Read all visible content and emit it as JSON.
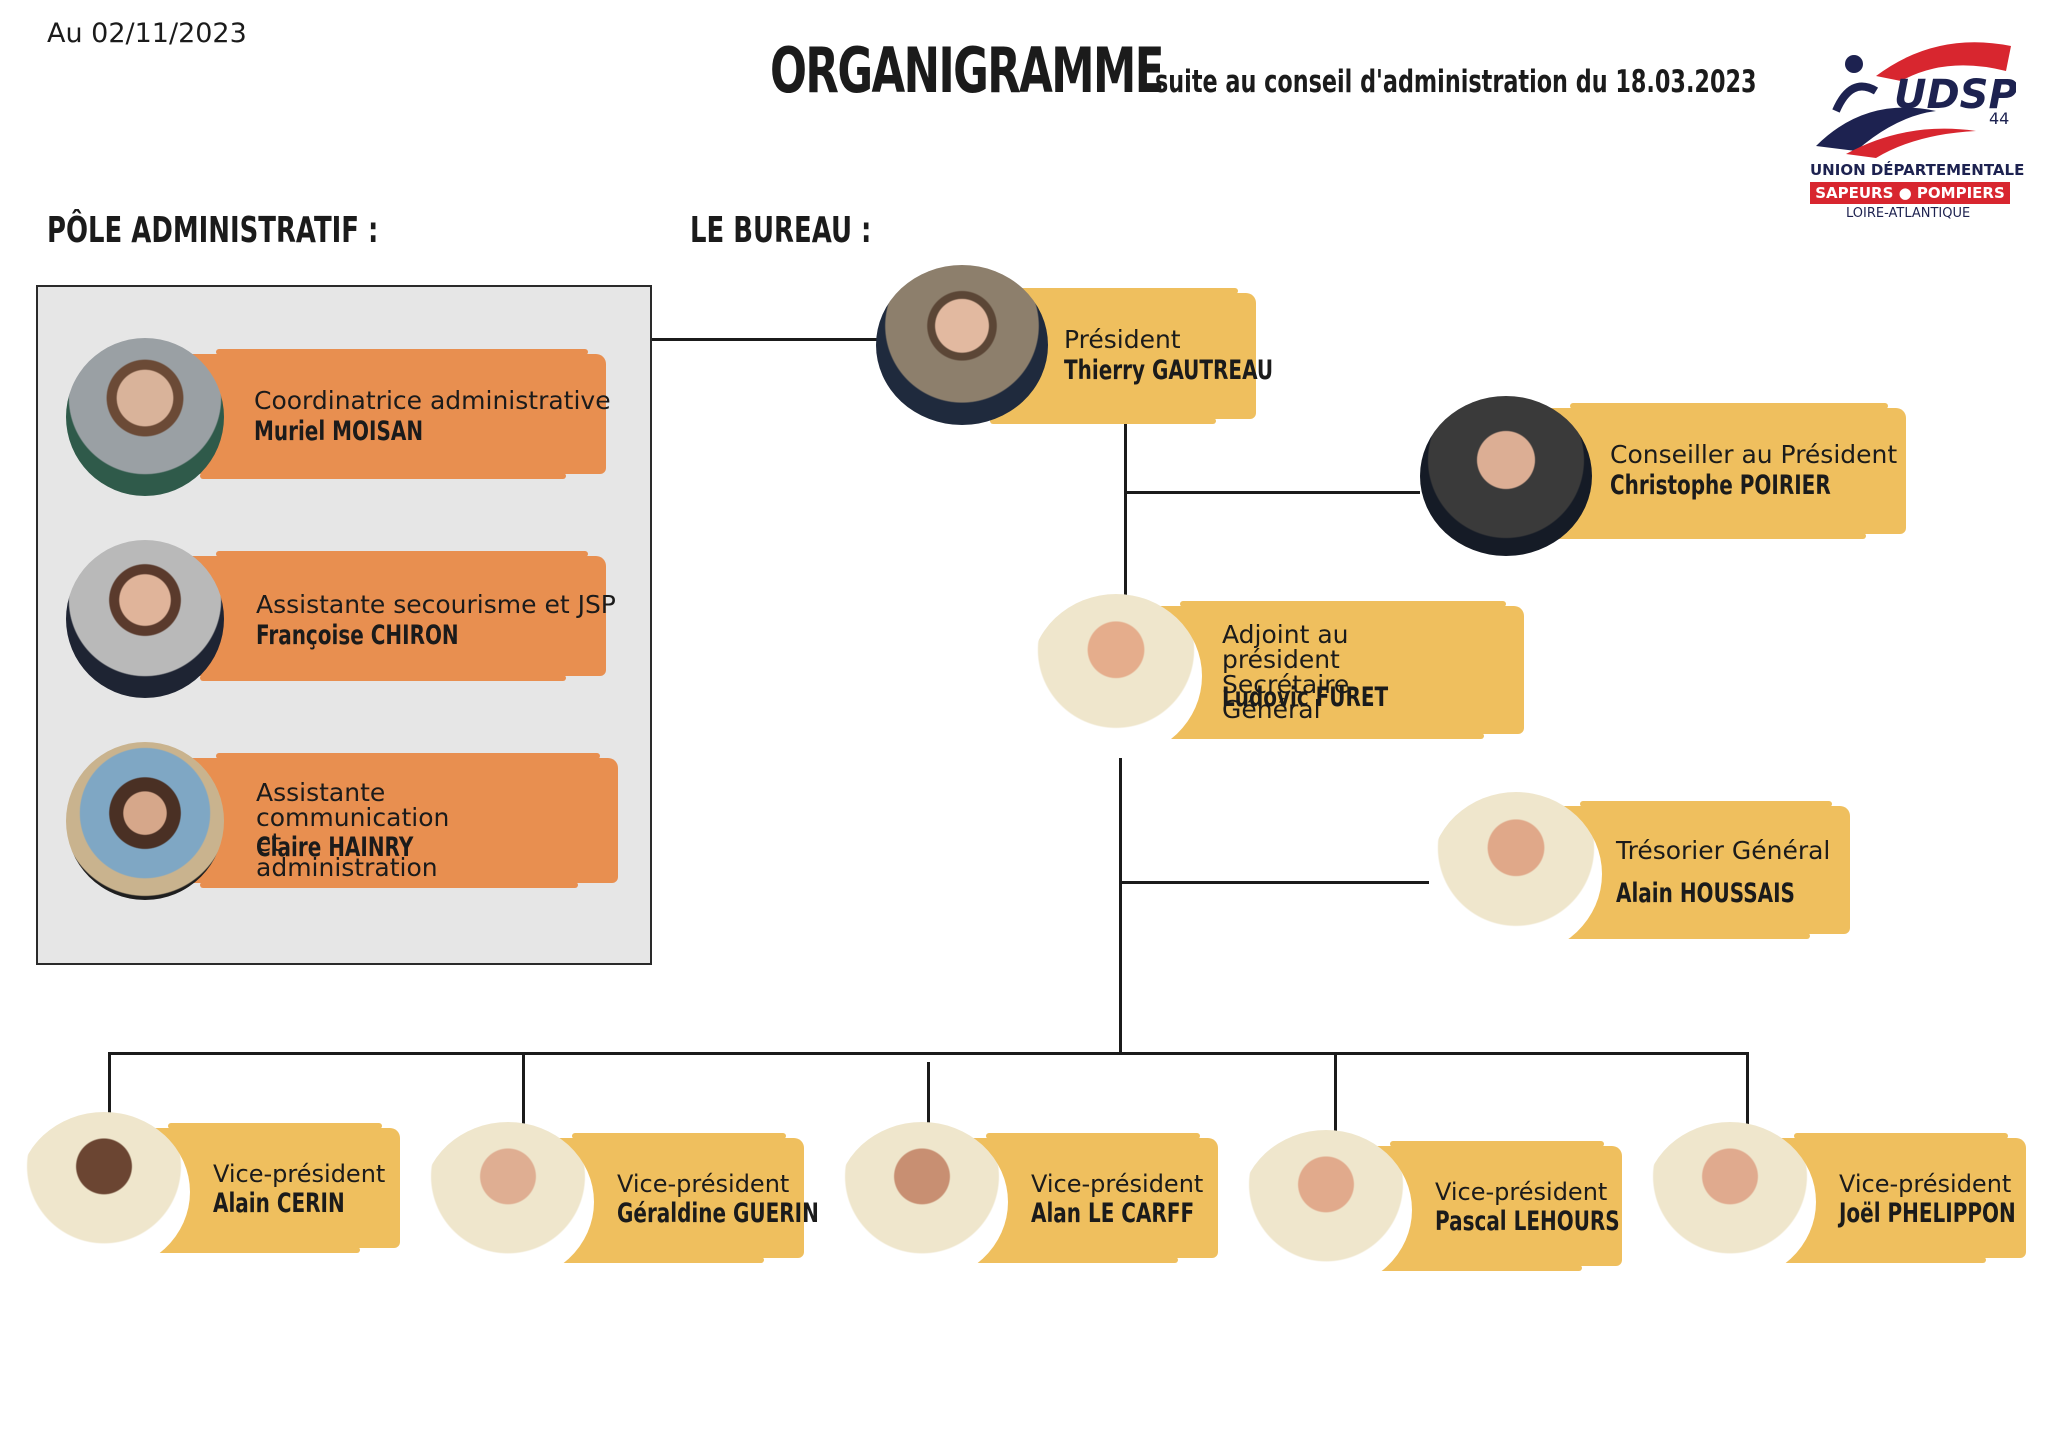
{
  "date": "Au 02/11/2023",
  "title": {
    "main": "ORGANIGRAMME",
    "subtitle": "suite au conseil d'administration du 18.03.2023"
  },
  "logo": {
    "mark": "UDSP",
    "number": "44",
    "line1": "UNION DÉPARTEMENTALE",
    "line2": "SAPEURS ● POMPIERS",
    "line3": "LOIRE-ATLANTIQUE"
  },
  "sections": {
    "admin": "PÔLE ADMINISTRATIF :",
    "bureau": "LE BUREAU :"
  },
  "colors": {
    "admin_brush": "#e88f50",
    "bureau_brush": "#efbf5e",
    "admin_box": "#e6e6e6"
  },
  "admin": [
    {
      "role": "Coordinatrice administrative",
      "name": "Muriel MOISAN"
    },
    {
      "role": "Assistante secourisme et JSP",
      "name": "Françoise CHIRON"
    },
    {
      "role": "Assistante communication\net administration",
      "name": "Claire HAINRY"
    }
  ],
  "bureau": {
    "president": {
      "role": "Président",
      "name": "Thierry GAUTREAU"
    },
    "conseiller": {
      "role": "Conseiller au Président",
      "name": "Christophe POIRIER"
    },
    "adjoint": {
      "role": "Adjoint au président\nSecrétaire Général",
      "name": "Ludovic FURET"
    },
    "tresorier": {
      "role": "Trésorier Général",
      "name": "Alain HOUSSAIS"
    }
  },
  "vice_presidents": [
    {
      "role": "Vice-président",
      "name": "Alain CERIN"
    },
    {
      "role": "Vice-président",
      "name": "Géraldine GUERIN"
    },
    {
      "role": "Vice-président",
      "name": "Alan LE CARFF"
    },
    {
      "role": "Vice-président",
      "name": "Pascal LEHOURS"
    },
    {
      "role": "Vice-président",
      "name": "Joël PHELIPPON"
    }
  ]
}
